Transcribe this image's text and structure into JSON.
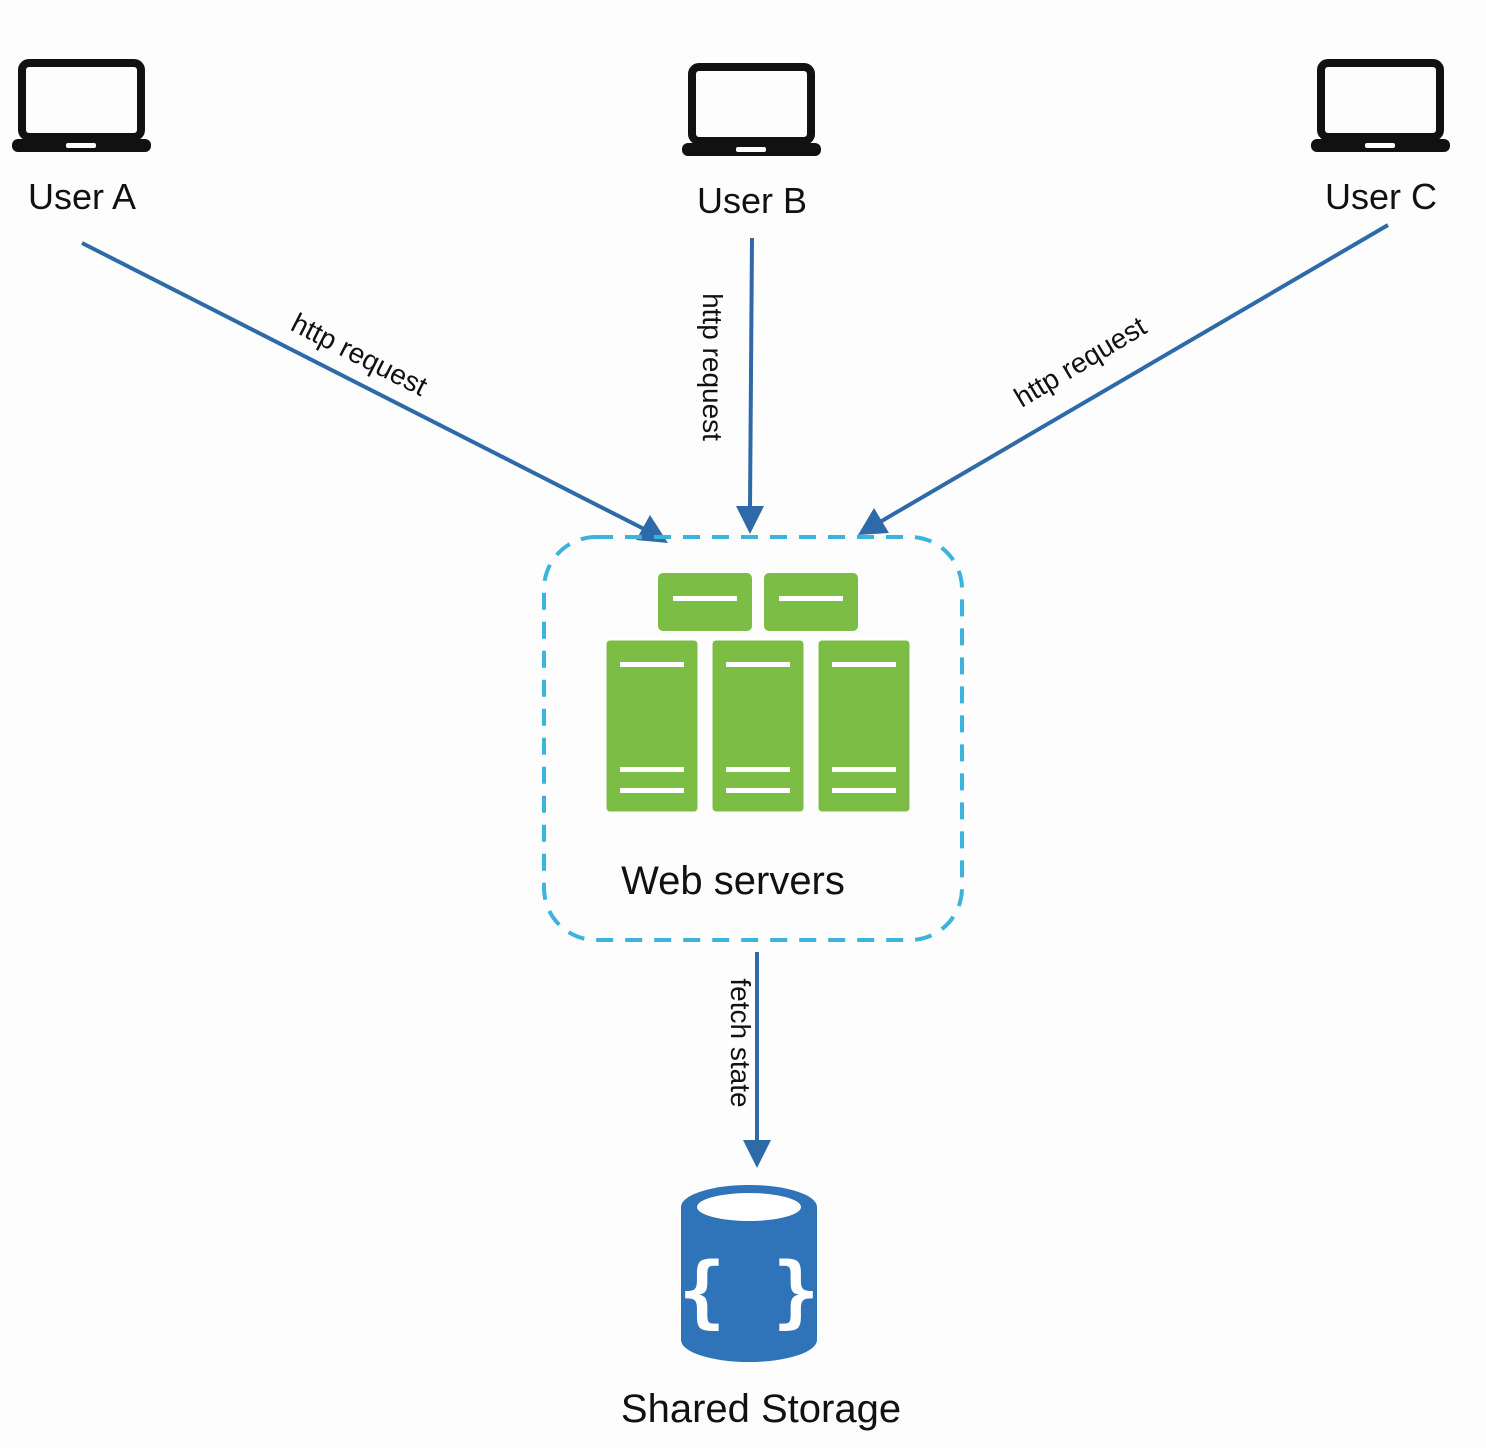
{
  "nodes": {
    "user_a": {
      "label": "User A",
      "icon": "laptop-icon"
    },
    "user_b": {
      "label": "User B",
      "icon": "laptop-icon"
    },
    "user_c": {
      "label": "User C",
      "icon": "laptop-icon"
    },
    "web_servers": {
      "label": "Web servers",
      "icon": "server-cluster-icon"
    },
    "storage": {
      "label": "Shared Storage",
      "icon": "database-icon"
    }
  },
  "edges": {
    "a_to_web": {
      "label": "http request",
      "from": "User A",
      "to": "Web servers"
    },
    "b_to_web": {
      "label": "http request",
      "from": "User B",
      "to": "Web servers"
    },
    "c_to_web": {
      "label": "http request",
      "from": "User C",
      "to": "Web servers"
    },
    "web_to_storage": {
      "label": "fetch state",
      "from": "Web servers",
      "to": "Shared Storage"
    }
  },
  "colors": {
    "arrow": "#2f6aa8",
    "dashed_border": "#3bb3dd",
    "server": "#7cbd45",
    "database": "#2f73b9",
    "laptop": "#111111"
  }
}
